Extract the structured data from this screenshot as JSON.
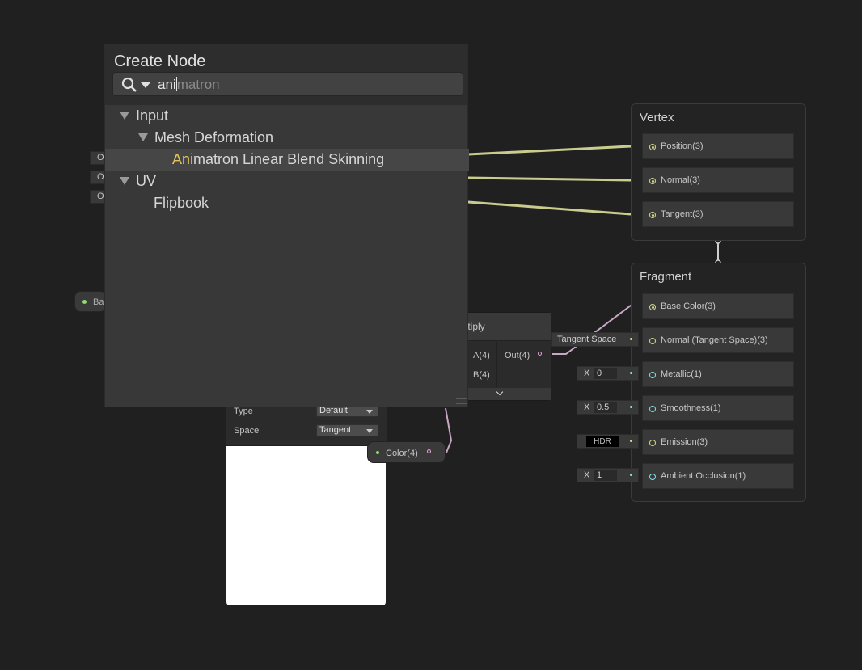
{
  "create_node": {
    "title": "Create Node",
    "search_typed": "ani",
    "search_suggestion": "matron",
    "tree": [
      {
        "label": "Input"
      },
      {
        "label": "Mesh Deformation"
      },
      {
        "match": "Ani",
        "rest": "matron Linear Blend Skinning"
      },
      {
        "label": "UV"
      },
      {
        "label": "Flipbook"
      }
    ]
  },
  "vertex": {
    "title": "Vertex",
    "ports": [
      "Position(3)",
      "Normal(3)",
      "Tangent(3)"
    ]
  },
  "fragment": {
    "title": "Fragment",
    "ports": [
      "Base Color(3)",
      "Normal (Tangent Space)(3)",
      "Metallic(1)",
      "Smoothness(1)",
      "Emission(3)",
      "Ambient Occlusion(1)"
    ]
  },
  "inline_inputs": {
    "tangent_space": "Tangent Space",
    "metallic": {
      "axis": "X",
      "value": "0"
    },
    "smoothness": {
      "axis": "X",
      "value": "0.5"
    },
    "emission": "HDR",
    "ambient_occlusion": {
      "axis": "X",
      "value": "1"
    }
  },
  "multiply_node": {
    "title_partial": "ultiply",
    "inputs": [
      "A(4)",
      "B(4)"
    ],
    "output": "Out(4)"
  },
  "sample_node": {
    "type_label": "Type",
    "type_value": "Default",
    "space_label": "Space",
    "space_value": "Tangent",
    "output": "Color(4)"
  },
  "left_partial_labels": [
    "O",
    "O",
    "O"
  ],
  "base_partial": "Bas",
  "colors": {
    "background": "#202020",
    "vector3": "#d7d98a",
    "float": "#84e4e7",
    "vector4": "#e3a6d9",
    "match_highlight": "#e6c35a"
  }
}
